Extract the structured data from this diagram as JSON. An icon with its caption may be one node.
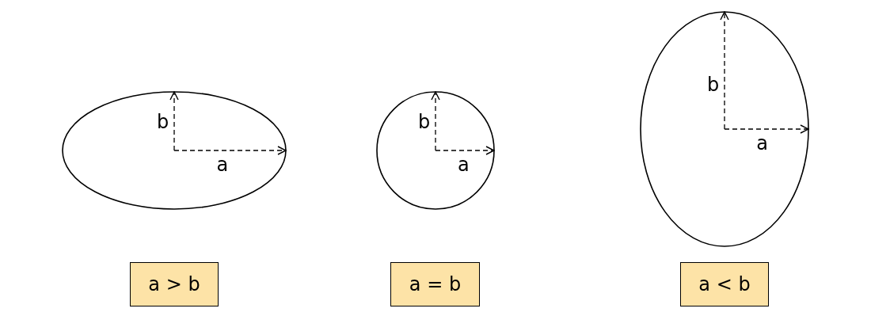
{
  "diagram": {
    "nodes": [
      {
        "text": [
          "b",
          "a"
        ]
      },
      {
        "text": [
          "b",
          "a"
        ]
      },
      {
        "text": [
          "b",
          "a"
        ]
      },
      {
        "text": [
          "a > b"
        ]
      },
      {
        "text": [
          "a = b"
        ]
      },
      {
        "text": [
          "a < b"
        ]
      }
    ]
  }
}
